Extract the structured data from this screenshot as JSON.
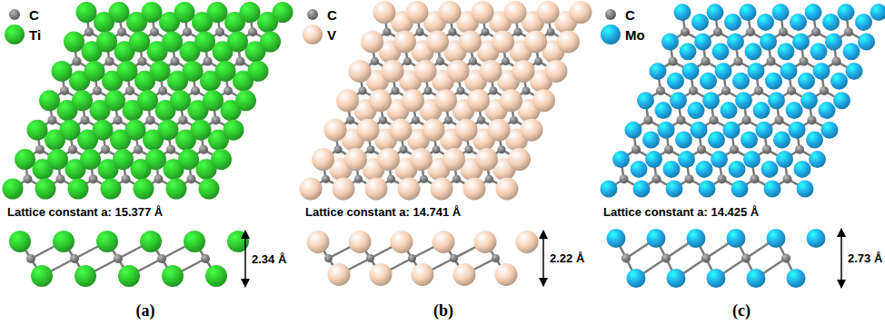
{
  "diagram": {
    "labels": [
      "Lattice constant a: 15.377 Å",
      "2.34 Å",
      "(a)",
      "Lattice constant a: 14.741 Å",
      "2.22 Å",
      "(b)",
      "Lattice constant a: 14.425 Å",
      "2.73 Å",
      "(c)"
    ],
    "legend": [
      {
        "text": "C",
        "color": "#7a7a7a"
      },
      {
        "text": "Ti",
        "color": "#2ec82e"
      },
      {
        "text": "C",
        "color": "#7a7a7a"
      },
      {
        "text": "V",
        "color": "#f5cfb4"
      },
      {
        "text": "C",
        "color": "#7a7a7a"
      },
      {
        "text": "Mo",
        "color": "#1ea8e6"
      }
    ]
  }
}
